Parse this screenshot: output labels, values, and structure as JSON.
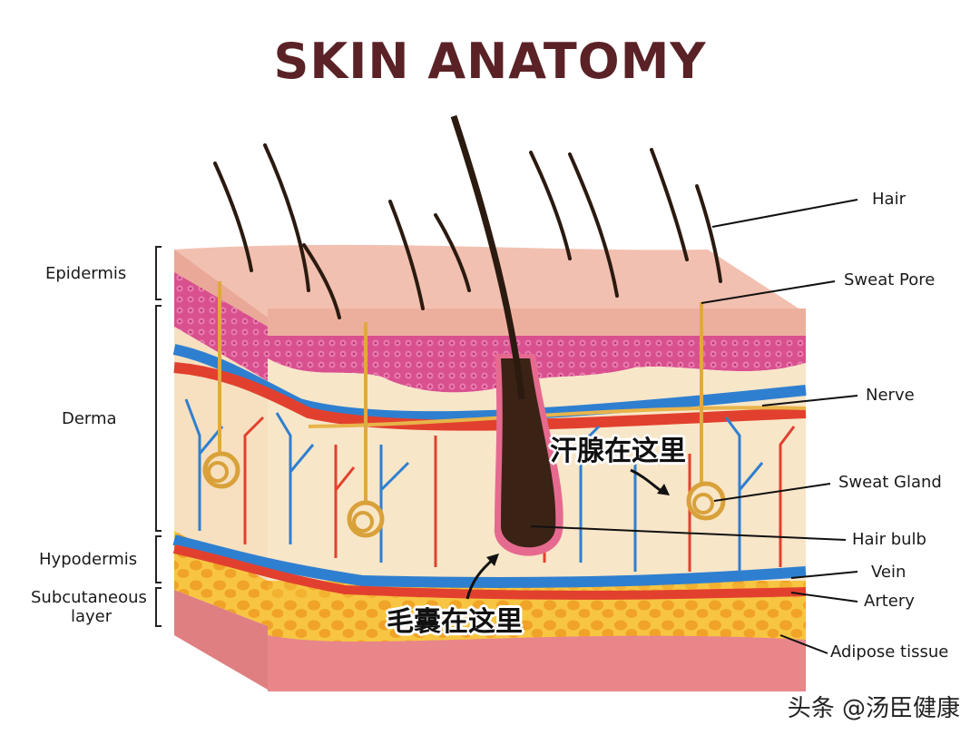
{
  "title": "SKIN ANATOMY",
  "left_labels": {
    "epidermis": "Epidermis",
    "derma": "Derma",
    "hypodermis": "Hypodermis",
    "subcutaneous_line1": "Subcutaneous",
    "subcutaneous_line2": "layer"
  },
  "right_labels": {
    "hair": "Hair",
    "sweat_pore": "Sweat Pore",
    "nerve": "Nerve",
    "sweat_gland": "Sweat Gland",
    "hair_bulb": "Hair bulb",
    "vein": "Vein",
    "artery": "Artery",
    "adipose_tissue": "Adipose tissue"
  },
  "annotations": {
    "sweat_gland_here": "汗腺在这里",
    "hair_follicle_here": "毛囊在这里"
  },
  "watermark": "头条 @汤臣健康",
  "colors": {
    "title": "#5a2226",
    "epidermis_top": "#f2b8a6",
    "epidermis_cells": "#d9508f",
    "derma": "#f8e6c8",
    "vein": "#2f7fd0",
    "artery": "#e2402e",
    "nerve": "#e8b44a",
    "adipose": "#f5b52a",
    "subcutaneous": "#e8868a",
    "hair": "#2b1a10"
  }
}
